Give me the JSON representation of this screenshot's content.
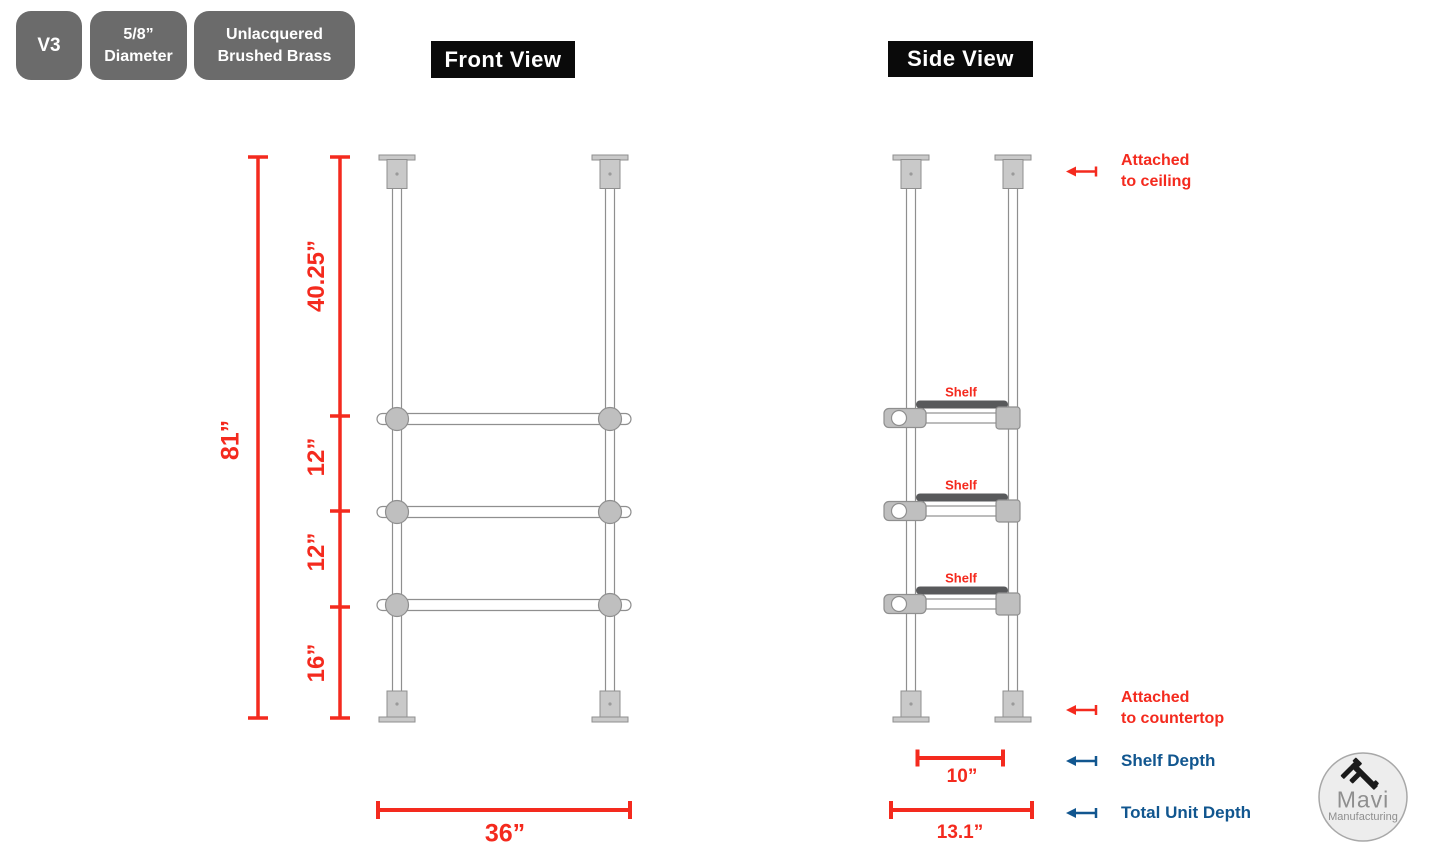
{
  "title_badges": {
    "version": "V3",
    "diameter": [
      "5/8”",
      "Diameter"
    ],
    "finish": [
      "Unlacquered",
      "Brushed Brass"
    ]
  },
  "views": {
    "front": "Front View",
    "side": "Side View"
  },
  "front_dimensions": {
    "total_height": "81”",
    "segment_top": "40.25”",
    "segment_mid1": "12”",
    "segment_mid2": "12”",
    "segment_bottom": "16”",
    "width": "36”"
  },
  "side_dimensions": {
    "shelf_depth": "10”",
    "total_unit_depth": "13.1”"
  },
  "shelf_tags": [
    "Shelf",
    "Shelf",
    "Shelf"
  ],
  "annotations": {
    "ceiling": [
      "Attached",
      "to ceiling"
    ],
    "countertop": [
      "Attached",
      "to countertop"
    ],
    "shelf_depth": "Shelf Depth",
    "total_unit_depth": "Total Unit Depth"
  },
  "logo": {
    "name": "Mavi",
    "subtitle": "Manufacturing"
  },
  "colors": {
    "dimension_red": "#f42a1e",
    "annotation_blue": "#11568f",
    "badge_gray": "#6b6b6b",
    "label_black": "#0a0a0a",
    "hardware_fill": "#c9c9c9",
    "hardware_outline": "#8f8f8f",
    "shelf_dark": "#58595b",
    "logo_gray": "#8f8f8f"
  }
}
